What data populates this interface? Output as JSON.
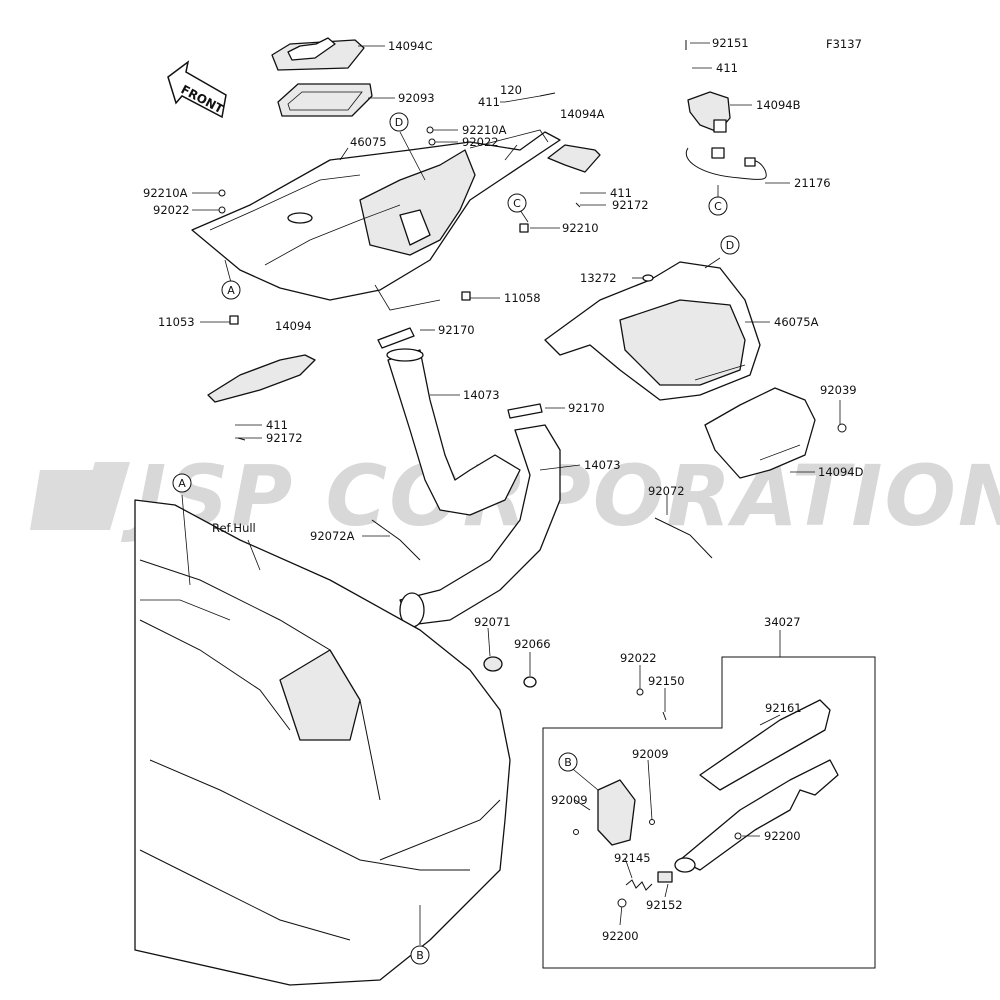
{
  "figure_code": "F3137",
  "watermark": "JSP CORPORATION",
  "front_arrow": "FRONT",
  "ref_label": "Ref.Hull",
  "callouts": [
    "A",
    "B",
    "C",
    "D"
  ],
  "parts": [
    "14094C",
    "92093",
    "120",
    "411",
    "92210A",
    "92022",
    "14094A",
    "46075",
    "92210A",
    "92022",
    "411",
    "92172",
    "92210",
    "11058",
    "11053",
    "14094",
    "92170",
    "411",
    "92172",
    "14073",
    "92170",
    "14073",
    "92072A",
    "92151",
    "411",
    "14094B",
    "21176",
    "13272",
    "46075A",
    "92039",
    "14094D",
    "92072",
    "92071",
    "92066",
    "34027",
    "92022",
    "92150",
    "92161",
    "92009",
    "92009",
    "92200",
    "92145",
    "92152",
    "92200"
  ]
}
